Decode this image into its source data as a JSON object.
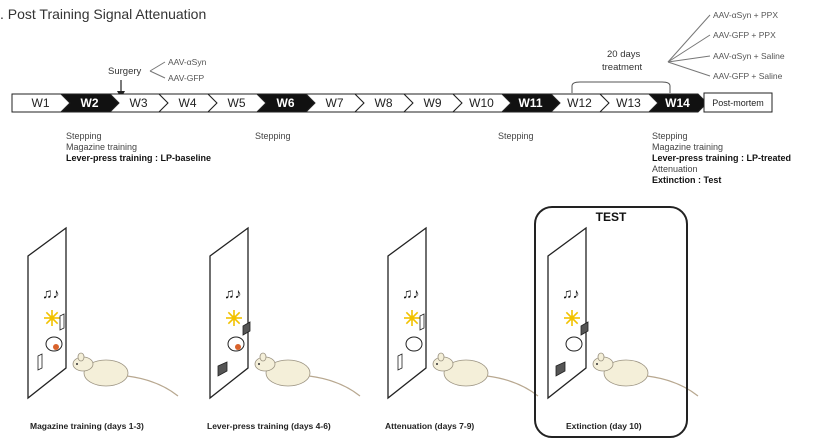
{
  "title": ". Post Training Signal Attenuation",
  "surgery": {
    "label": "Surgery",
    "options": [
      "AAV-αSyn",
      "AAV-GFP"
    ]
  },
  "treatment": {
    "label_line1": "20 days",
    "label_line2": "treatment",
    "groups": [
      "AAV-αSyn + PPX",
      "AAV-GFP + PPX",
      "AAV-αSyn + Saline",
      "AAV-GFP + Saline"
    ]
  },
  "weeks": [
    {
      "label": "W1",
      "dark": false
    },
    {
      "label": "W2",
      "dark": true
    },
    {
      "label": "W3",
      "dark": false
    },
    {
      "label": "W4",
      "dark": false
    },
    {
      "label": "W5",
      "dark": false
    },
    {
      "label": "W6",
      "dark": true
    },
    {
      "label": "W7",
      "dark": false
    },
    {
      "label": "W8",
      "dark": false
    },
    {
      "label": "W9",
      "dark": false
    },
    {
      "label": "W10",
      "dark": false
    },
    {
      "label": "W11",
      "dark": true
    },
    {
      "label": "W12",
      "dark": false
    },
    {
      "label": "W13",
      "dark": false
    },
    {
      "label": "W14",
      "dark": true
    }
  ],
  "post_mortem": "Post-mortem",
  "w2_labels": {
    "l1": "Stepping",
    "l2": "Magazine training",
    "l3_bold": "Lever-press training : LP-baseline"
  },
  "w6_label": "Stepping",
  "w11_label": "Stepping",
  "w14_labels": {
    "l1": "Stepping",
    "l2": "Magazine training",
    "l3_bold": "Lever-press training : LP-treated",
    "l4": "Attenuation",
    "l5_bold": "Extinction : Test"
  },
  "panels": [
    {
      "caption": "Magazine training (days 1-3)",
      "lever": false,
      "pellet": true
    },
    {
      "caption": "Lever-press training (days 4-6)",
      "lever": true,
      "pellet": true
    },
    {
      "caption": "Attenuation (days 7-9)",
      "lever": false,
      "pellet": false
    },
    {
      "caption": "Extinction (day 10)",
      "lever": true,
      "pellet": false
    }
  ],
  "test_label": "TEST",
  "colors": {
    "dark_week": "#111111",
    "light_week": "#ffffff",
    "star": "#f2c200",
    "pellet": "#d9622b",
    "rat": "#f4efd9"
  }
}
